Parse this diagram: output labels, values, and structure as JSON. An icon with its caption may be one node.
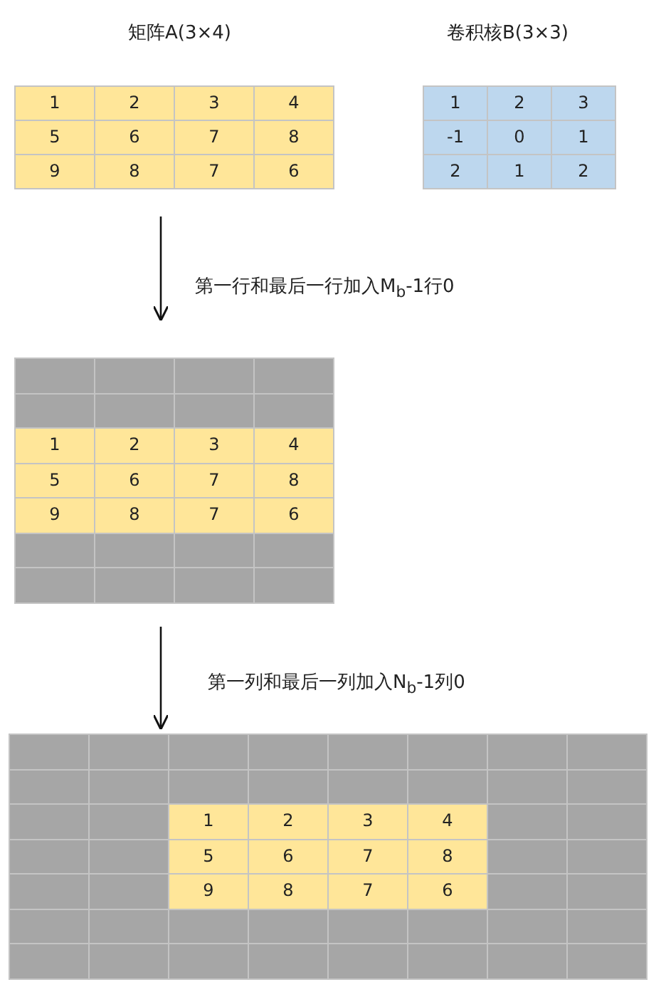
{
  "diagram": {
    "labels": [
      "矩阵A(3×4)",
      "卷积核B(3×3)",
      "1",
      "2",
      "3",
      "4",
      "5",
      "6",
      "7",
      "8",
      "9",
      "8",
      "7",
      "6",
      "1",
      "2",
      "3",
      "-1",
      "0",
      "1",
      "2",
      "1",
      "2",
      "第一行和最后一行加入M$_{b}$-1行0",
      "1",
      "2",
      "3",
      "4",
      "5",
      "6",
      "7",
      "8",
      "9",
      "8",
      "7",
      "6",
      "第一列和最后一列加入N$_{b}$-1列0",
      "1",
      "2",
      "3",
      "4",
      "5",
      "6",
      "7",
      "8",
      "9",
      "8",
      "7",
      "6"
    ]
  }
}
